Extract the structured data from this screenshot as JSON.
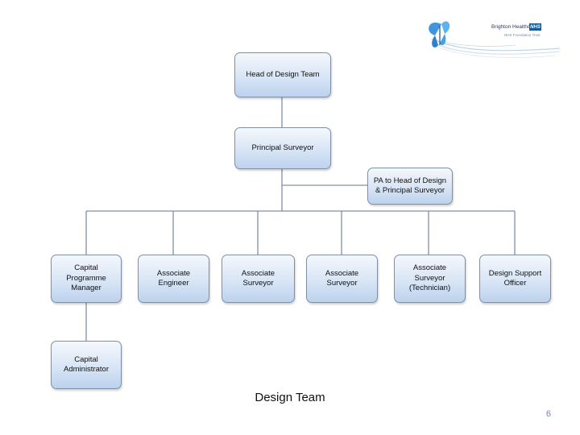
{
  "logo": {
    "org_name": "Brighton Healthcare",
    "badge": "NHS",
    "sub_text": "NHS Foundation Trust",
    "colors": {
      "badge": "#005eb8",
      "butterfly": "#4aa3e8"
    }
  },
  "org_chart": {
    "head": "Head of Design Team",
    "principal": "Principal Surveyor",
    "pa": "PA to Head of Design\n& Principal Surveyor",
    "reports": [
      "Capital\nProgramme\nManager",
      "Associate\nEngineer",
      "Associate\nSurveyor",
      "Associate\nSurveyor",
      "Associate\nSurveyor\n(Technician)",
      "Design Support\nOfficer"
    ],
    "sub_report": "Capital\nAdministrator",
    "colors": {
      "box_border": "#7f8fa6",
      "box_fill_top": "#f4f8fd",
      "box_fill_bottom": "#bdd2ee",
      "connector": "#7f8fa6"
    }
  },
  "caption": "Design Team",
  "page_number": "6"
}
